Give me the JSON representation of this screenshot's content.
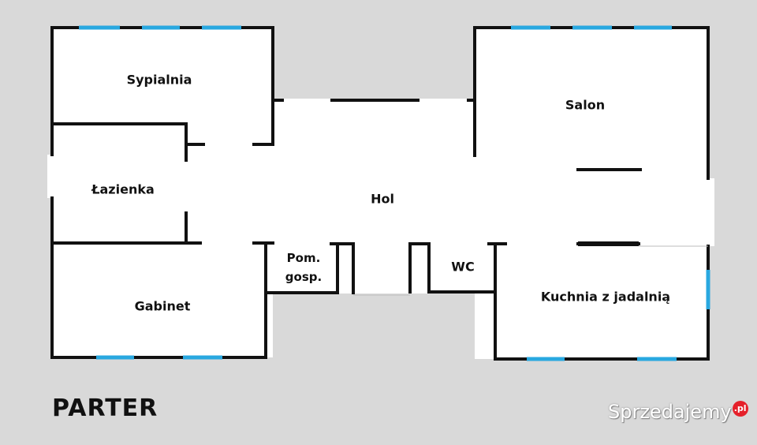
{
  "plan": {
    "title": "PARTER",
    "rooms": {
      "sypialnia": "Sypialnia",
      "lazienka": "Łazienka",
      "gabinet": "Gabinet",
      "hol": "Hol",
      "pom_gosp_line1": "Pom.",
      "pom_gosp_line2": "gosp.",
      "wc": "WC",
      "salon": "Salon",
      "kuchnia": "Kuchnia z jadalnią"
    }
  },
  "watermark": {
    "text": "Sprzedajemy",
    "badge": ".pl"
  },
  "colors": {
    "background": "#d9d9d9",
    "floor": "#ffffff",
    "wall": "#111111",
    "window": "#29a8e0"
  }
}
